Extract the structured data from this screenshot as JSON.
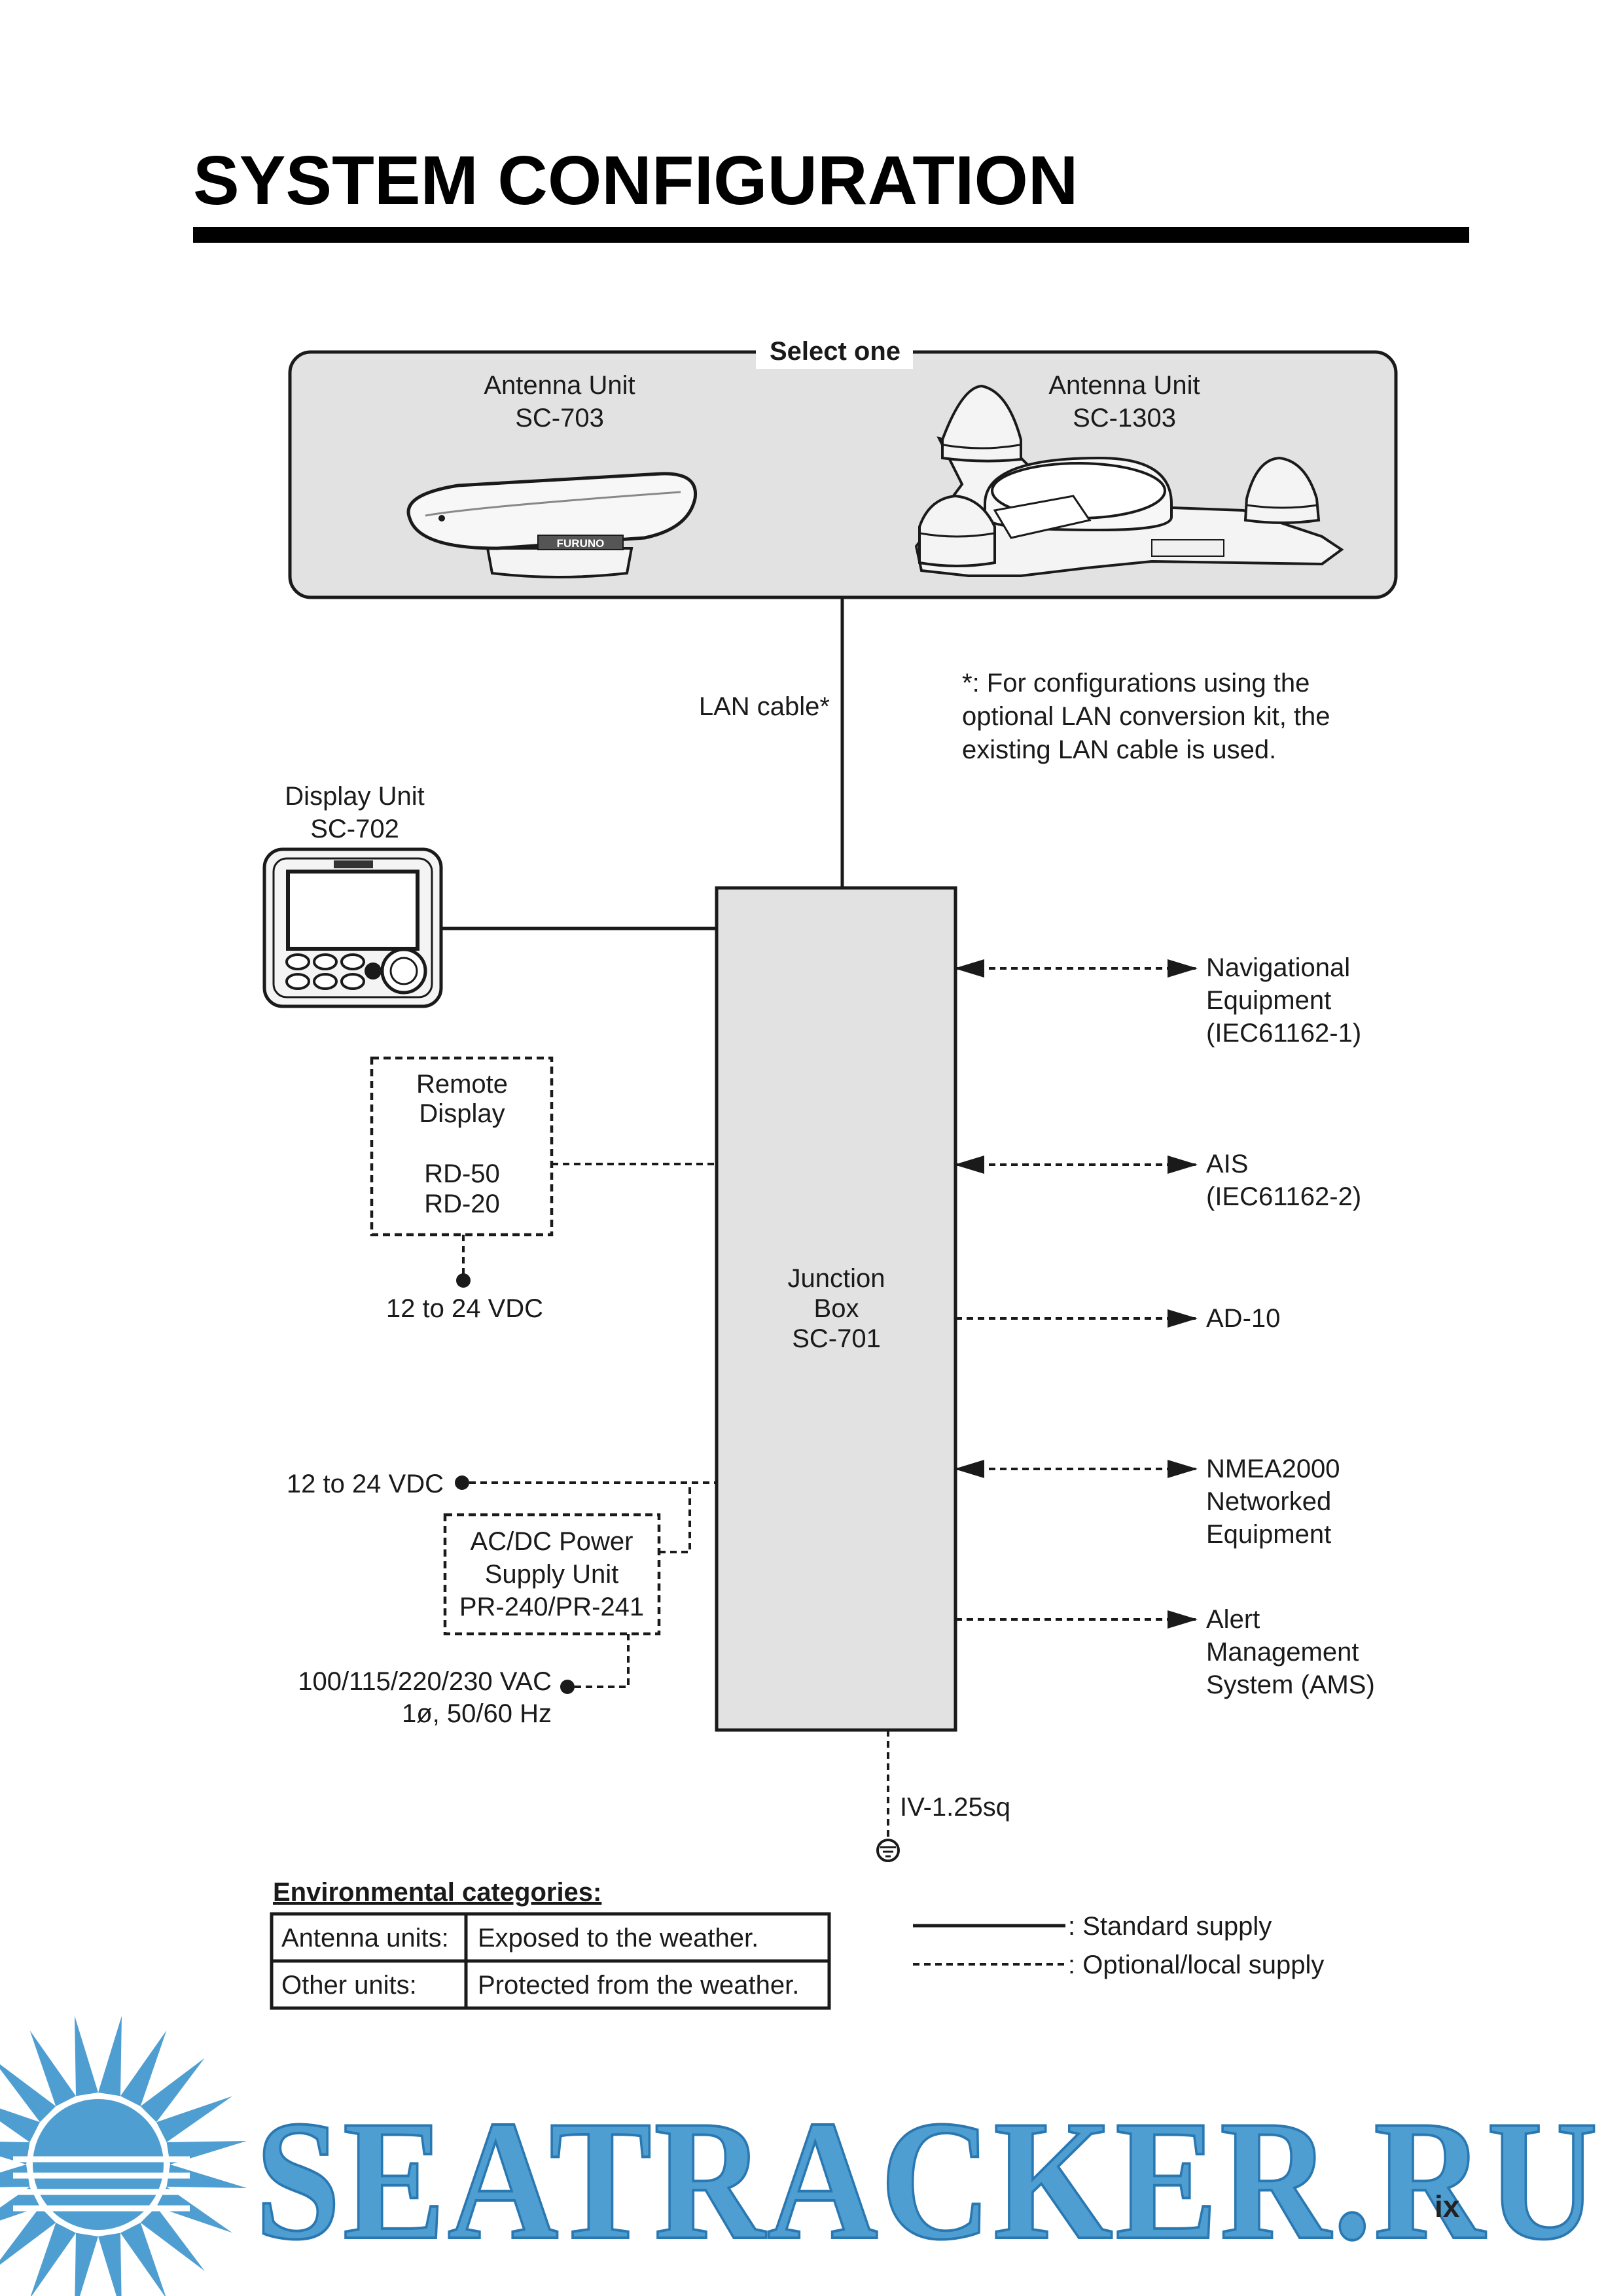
{
  "page": {
    "title": "SYSTEM CONFIGURATION",
    "page_number": "ix",
    "watermark": "SEATRACKER.RU"
  },
  "antenna_group": {
    "label": "Select one",
    "unit_a": {
      "line1": "Antenna Unit",
      "line2": "SC-703",
      "logo": "FURUNO"
    },
    "unit_b": {
      "line1": "Antenna Unit",
      "line2": "SC-1303"
    }
  },
  "lan": {
    "label": "LAN cable*",
    "note": [
      "*: For configurations using the",
      "optional LAN conversion kit, the",
      "existing LAN cable is used."
    ]
  },
  "display_unit": {
    "line1": "Display Unit",
    "line2": "SC-702"
  },
  "remote_display": {
    "lines": [
      "Remote",
      "Display",
      "",
      "RD-50",
      "RD-20"
    ],
    "power": "12 to 24 VDC"
  },
  "junction_box": {
    "lines": [
      "Junction",
      "Box",
      "SC-701"
    ]
  },
  "power": {
    "dc_label": "12 to 24 VDC",
    "psu_lines": [
      "AC/DC Power",
      "Supply  Unit",
      "PR-240/PR-241"
    ],
    "ac_line1": "100/115/220/230 VAC",
    "ac_line2": "1ø, 50/60 Hz"
  },
  "ground": {
    "label": "IV-1.25sq"
  },
  "right_equipment": [
    {
      "lines": [
        "Navigational",
        "Equipment",
        "(IEC61162-1)"
      ],
      "bidirectional": true
    },
    {
      "lines": [
        "AIS",
        "(IEC61162-2)"
      ],
      "bidirectional": true
    },
    {
      "lines": [
        "AD-10"
      ],
      "bidirectional": false
    },
    {
      "lines": [
        "NMEA2000",
        "Networked",
        "Equipment"
      ],
      "bidirectional": true
    },
    {
      "lines": [
        "Alert",
        "Management",
        "System (AMS)"
      ],
      "bidirectional": false
    }
  ],
  "environment": {
    "heading": "Environmental categories:",
    "rows": [
      [
        "Antenna units:",
        "Exposed to the weather."
      ],
      [
        "Other units:",
        "Protected from the weather."
      ]
    ]
  },
  "legend": [
    {
      "style": "solid",
      "label": ": Standard supply"
    },
    {
      "style": "dashed",
      "label": ": Optional/local supply"
    }
  ]
}
